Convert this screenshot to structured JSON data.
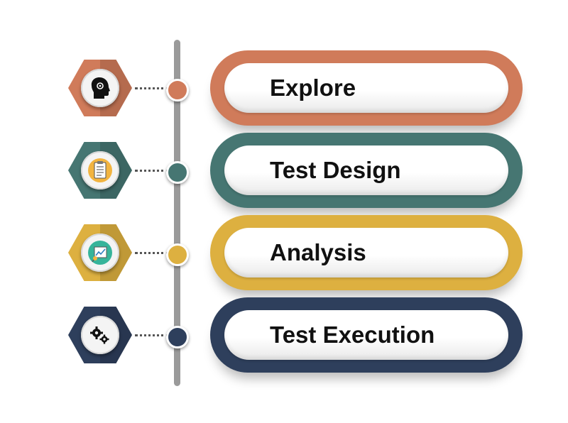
{
  "steps": [
    {
      "label": "Explore",
      "color": "#d07b5a",
      "icon": "head-gear-icon"
    },
    {
      "label": "Test Design",
      "color": "#467672",
      "icon": "clipboard-checklist-icon"
    },
    {
      "label": "Analysis",
      "color": "#ddb040",
      "icon": "chart-analysis-icon"
    },
    {
      "label": "Test Execution",
      "color": "#2e3f5c",
      "icon": "gears-icon"
    }
  ]
}
